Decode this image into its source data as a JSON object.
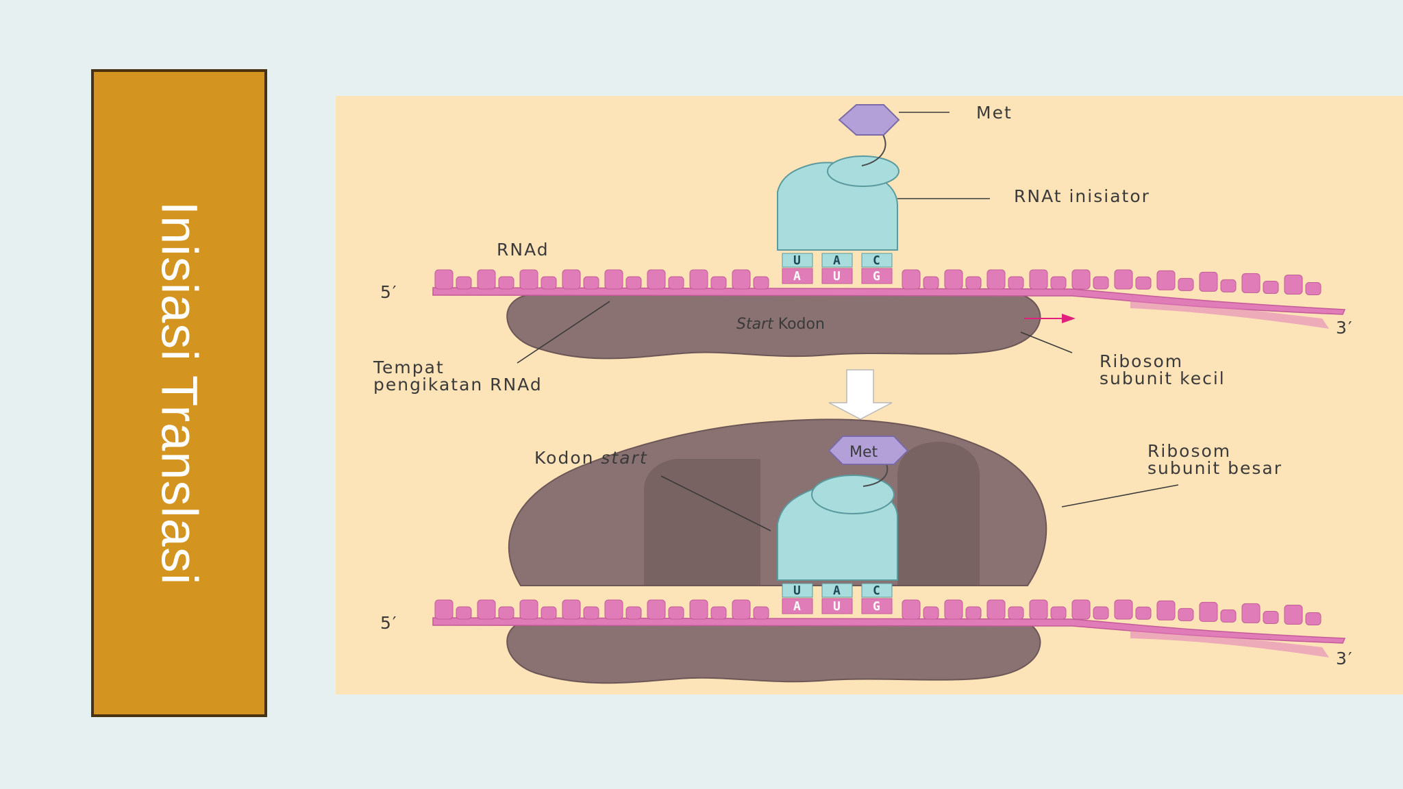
{
  "slide": {
    "title": "Inisiasi Translasi",
    "background": "#e6f0f1",
    "title_box_fill": "#d39420",
    "title_color": "#ffffff"
  },
  "diagram": {
    "background": "#fce3b8",
    "colors": {
      "mrna": "#e07cb8",
      "mrna_dark": "#c45a98",
      "ribosome": "#8a7272",
      "ribosome_dark": "#6c5656",
      "trna": "#a9dcdc",
      "trna_stroke": "#5a9a9e",
      "met": "#b3a0d8",
      "arrow": "#ffffff"
    },
    "top": {
      "met_label": "Met",
      "trna_label": "RNAt inisiator",
      "mrna_label": "RNAd",
      "five_prime": "5′",
      "three_prime": "3′",
      "start_codon_label_italic": "Start",
      "start_codon_label_rest": " Kodon",
      "binding_site_line1": "Tempat",
      "binding_site_line2": "pengikatan RNAd",
      "small_subunit_line1": "Ribosom",
      "small_subunit_line2": "subunit kecil",
      "anticodon": [
        "U",
        "A",
        "C"
      ],
      "codon": [
        "A",
        "U",
        "G"
      ]
    },
    "bottom": {
      "met_label": "Met",
      "start_codon_label_plain": "Kodon ",
      "start_codon_label_italic": "start",
      "large_subunit_line1": "Ribosom",
      "large_subunit_line2": "subunit besar",
      "five_prime": "5′",
      "three_prime": "3′",
      "anticodon": [
        "U",
        "A",
        "C"
      ],
      "codon": [
        "A",
        "U",
        "G"
      ]
    }
  }
}
